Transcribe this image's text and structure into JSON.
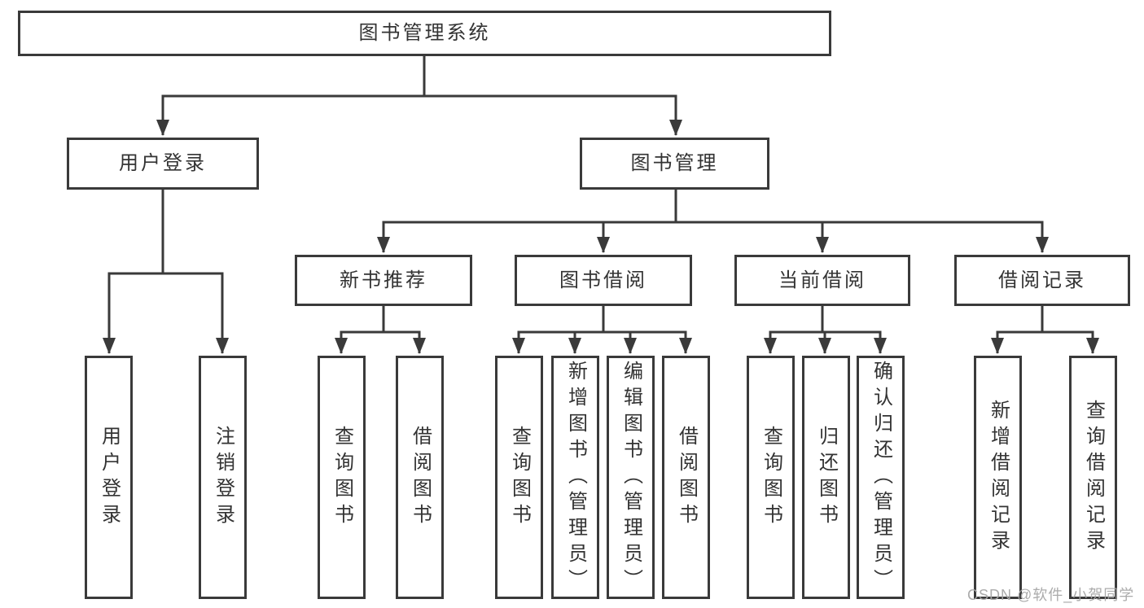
{
  "diagram": {
    "root": {
      "label": "图书管理系统"
    },
    "level2": [
      {
        "label": "用户登录"
      },
      {
        "label": "图书管理"
      }
    ],
    "level3": [
      {
        "label": "新书推荐"
      },
      {
        "label": "图书借阅"
      },
      {
        "label": "当前借阅"
      },
      {
        "label": "借阅记录"
      }
    ],
    "leaves": [
      {
        "parent": "用户登录",
        "label": "用户登录"
      },
      {
        "parent": "用户登录",
        "label": "注销登录"
      },
      {
        "parent": "新书推荐",
        "label": "查询图书"
      },
      {
        "parent": "新书推荐",
        "label": "借阅图书"
      },
      {
        "parent": "图书借阅",
        "label": "查询图书"
      },
      {
        "parent": "图书借阅",
        "label": "新增图书（管理员）"
      },
      {
        "parent": "图书借阅",
        "label": "编辑图书（管理员）"
      },
      {
        "parent": "图书借阅",
        "label": "借阅图书"
      },
      {
        "parent": "当前借阅",
        "label": "查询图书"
      },
      {
        "parent": "当前借阅",
        "label": "归还图书"
      },
      {
        "parent": "当前借阅",
        "label": "确认归还（管理员）"
      },
      {
        "parent": "借阅记录",
        "label": "新增借阅记录"
      },
      {
        "parent": "借阅记录",
        "label": "查询借阅记录"
      }
    ],
    "watermark": "CSDN @软件_小贺同学",
    "colors": {
      "line": "#3a3a3a",
      "text": "#333333",
      "watermark": "#a6a6a6",
      "background": "#ffffff"
    }
  }
}
